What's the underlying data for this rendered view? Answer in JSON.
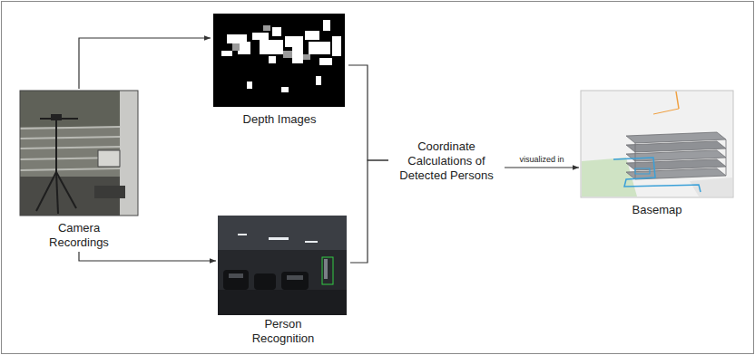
{
  "diagram": {
    "nodes": [
      {
        "text": [
          "Camera Recordings"
        ]
      },
      {
        "text": [
          "Depth Images"
        ]
      },
      {
        "text": [
          "Person Recognition"
        ]
      },
      {
        "text": [
          "Coordinate Calculations of Detected Persons"
        ]
      },
      {
        "text": [
          "Basemap"
        ]
      }
    ],
    "edges": [
      {
        "from": 0,
        "to": 1,
        "arrow": "to"
      },
      {
        "from": 0,
        "to": 2,
        "arrow": "to"
      },
      {
        "from": 1,
        "to": 3,
        "arrow": "none"
      },
      {
        "from": 2,
        "to": 3,
        "arrow": "none"
      },
      {
        "from": 3,
        "to": 4,
        "arrow": "to",
        "label": "visualized in"
      }
    ]
  }
}
